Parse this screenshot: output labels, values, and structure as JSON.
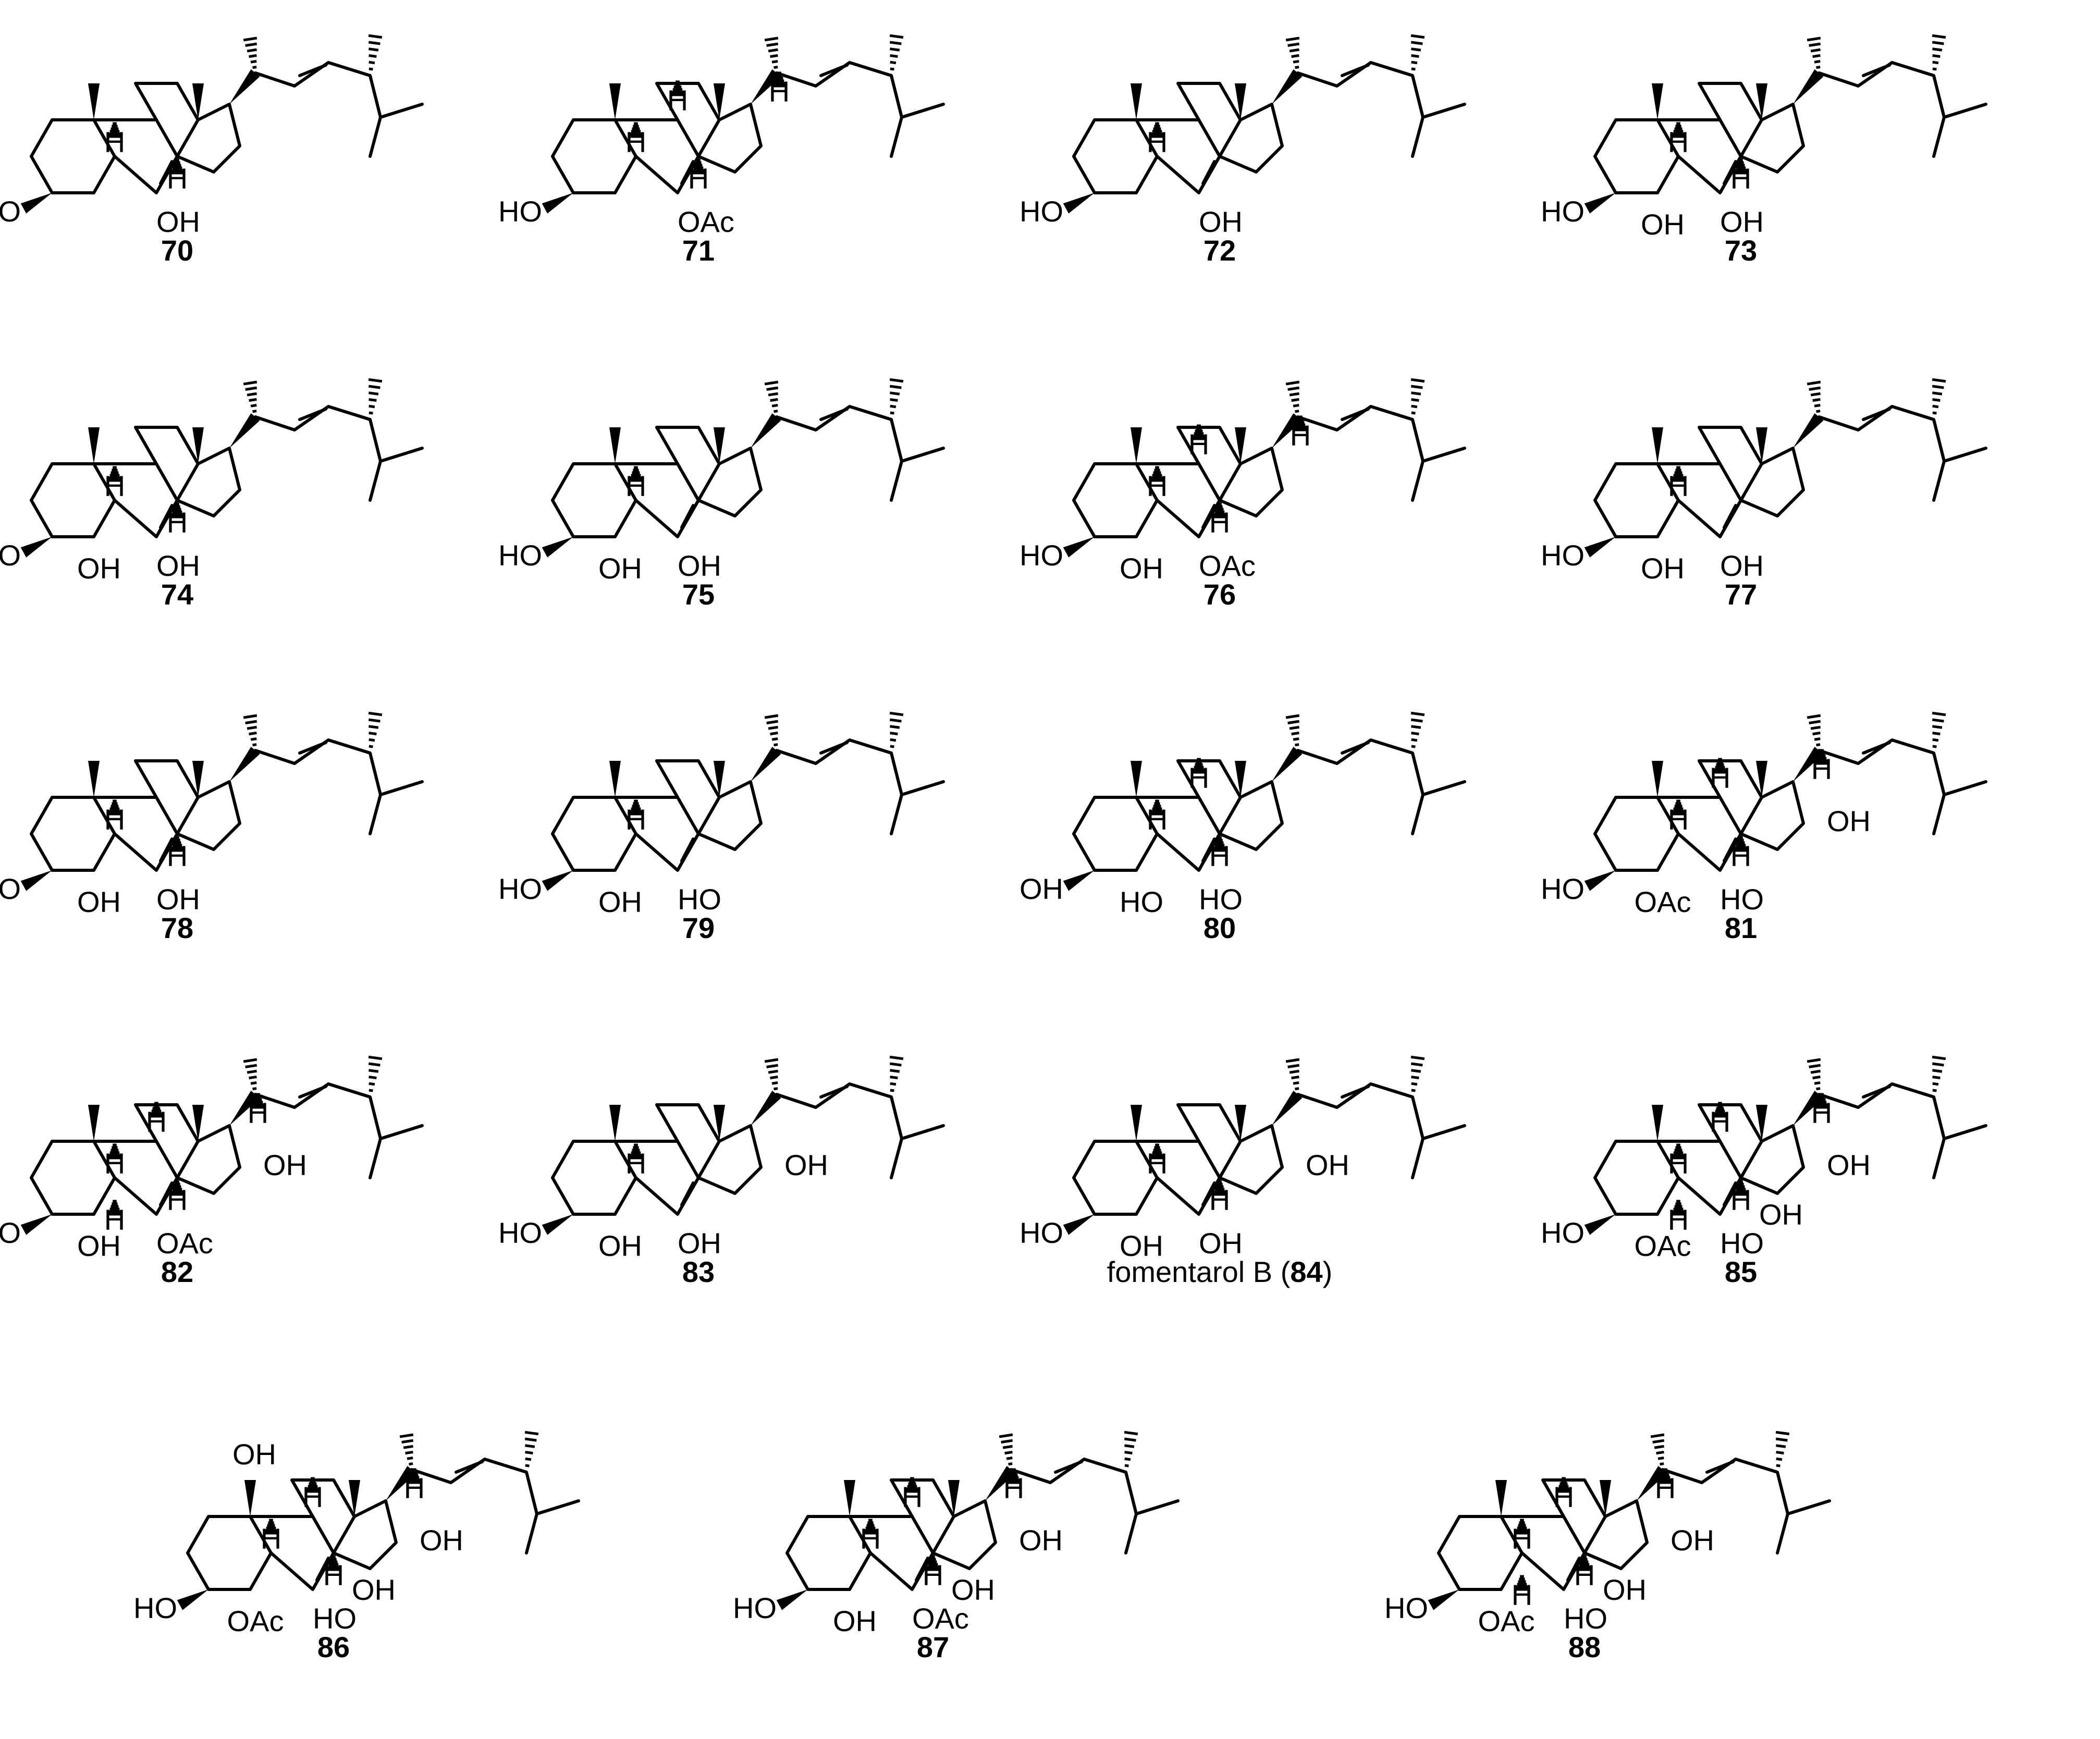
{
  "figure": {
    "compounds": [
      {
        "id": "70",
        "label": "70",
        "prefix": "",
        "suffix": "",
        "substituents": [
          "HO",
          "OH"
        ],
        "hydrogens": [
          "H",
          "H"
        ]
      },
      {
        "id": "71",
        "label": "71",
        "prefix": "",
        "suffix": "",
        "substituents": [
          "HO",
          "OAc"
        ],
        "hydrogens": [
          "H",
          "H",
          "H",
          "H"
        ]
      },
      {
        "id": "72",
        "label": "72",
        "prefix": "",
        "suffix": "",
        "substituents": [
          "HO",
          "OH"
        ],
        "hydrogens": [
          "H"
        ]
      },
      {
        "id": "73",
        "label": "73",
        "prefix": "",
        "suffix": "",
        "substituents": [
          "HO",
          "OH",
          "OH"
        ],
        "hydrogens": [
          "H",
          "H"
        ]
      },
      {
        "id": "74",
        "label": "74",
        "prefix": "",
        "suffix": "",
        "substituents": [
          "HO",
          "OH",
          "OH"
        ],
        "hydrogens": [
          "H",
          "H"
        ]
      },
      {
        "id": "75",
        "label": "75",
        "prefix": "",
        "suffix": "",
        "substituents": [
          "HO",
          "OH",
          "OH"
        ],
        "hydrogens": [
          "H"
        ]
      },
      {
        "id": "76",
        "label": "76",
        "prefix": "",
        "suffix": "",
        "substituents": [
          "HO",
          "OAc",
          "OH"
        ],
        "hydrogens": [
          "H",
          "H",
          "H",
          "H"
        ]
      },
      {
        "id": "77",
        "label": "77",
        "prefix": "",
        "suffix": "",
        "substituents": [
          "HO",
          "OH",
          "OH"
        ],
        "hydrogens": [
          "H"
        ]
      },
      {
        "id": "78",
        "label": "78",
        "prefix": "",
        "suffix": "",
        "substituents": [
          "HO",
          "OH",
          "OH"
        ],
        "hydrogens": [
          "H",
          "H"
        ]
      },
      {
        "id": "79",
        "label": "79",
        "prefix": "",
        "suffix": "",
        "substituents": [
          "HO",
          "HO",
          "OH"
        ],
        "hydrogens": [
          "H"
        ]
      },
      {
        "id": "80",
        "label": "80",
        "prefix": "",
        "suffix": "",
        "substituents": [
          "OH",
          "HO",
          "HO"
        ],
        "hydrogens": [
          "H",
          "H",
          "H"
        ]
      },
      {
        "id": "81",
        "label": "81",
        "prefix": "",
        "suffix": "",
        "substituents": [
          "HO",
          "HO",
          "OAc",
          "OH"
        ],
        "hydrogens": [
          "H",
          "H",
          "H",
          "H"
        ]
      },
      {
        "id": "82",
        "label": "82",
        "prefix": "",
        "suffix": "",
        "substituents": [
          "HO",
          "OAc",
          "OH",
          "OH"
        ],
        "hydrogens": [
          "H",
          "H",
          "H",
          "H",
          "H"
        ]
      },
      {
        "id": "83",
        "label": "83",
        "prefix": "",
        "suffix": "",
        "substituents": [
          "HO",
          "OH",
          "OH",
          "OH"
        ],
        "hydrogens": [
          "H"
        ]
      },
      {
        "id": "84",
        "label": "84",
        "prefix": "fomentarol B (",
        "suffix": ")",
        "substituents": [
          "HO",
          "OH",
          "OH",
          "OH"
        ],
        "hydrogens": [
          "H",
          "H"
        ]
      },
      {
        "id": "85",
        "label": "85",
        "prefix": "",
        "suffix": "",
        "substituents": [
          "HO",
          "HO",
          "OAc",
          "OH",
          "OH"
        ],
        "hydrogens": [
          "H",
          "H",
          "H",
          "H",
          "H"
        ]
      },
      {
        "id": "86",
        "label": "86",
        "prefix": "",
        "suffix": "",
        "substituents": [
          "HO",
          "HO",
          "OAc",
          "OH",
          "OH",
          "OH"
        ],
        "hydrogens": [
          "H",
          "H",
          "H",
          "H"
        ]
      },
      {
        "id": "87",
        "label": "87",
        "prefix": "",
        "suffix": "",
        "substituents": [
          "HO",
          "OAc",
          "OH",
          "OH",
          "OH"
        ],
        "hydrogens": [
          "H",
          "H",
          "H",
          "H"
        ]
      },
      {
        "id": "88",
        "label": "88",
        "prefix": "",
        "suffix": "",
        "substituents": [
          "HO",
          "HO",
          "OAc",
          "OH",
          "OH"
        ],
        "hydrogens": [
          "H",
          "H",
          "H",
          "H",
          "H"
        ]
      }
    ]
  }
}
